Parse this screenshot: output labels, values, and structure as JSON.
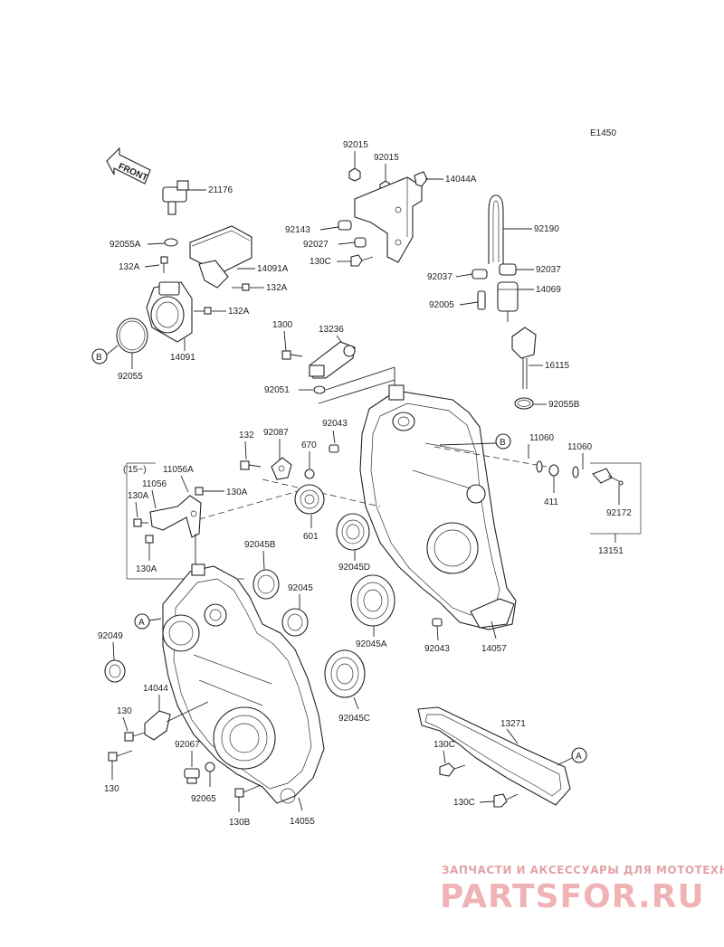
{
  "diagram_code": "E1450",
  "front_arrow": "FRONT",
  "labels": {
    "p21176": "21176",
    "p92055A": "92055A",
    "p132A_1": "132A",
    "p14091A": "14091A",
    "p132A_2": "132A",
    "p132A_3": "132A",
    "p14091": "14091",
    "p92055": "92055",
    "p92015_1": "92015",
    "p92015_2": "92015",
    "p14044A": "14044A",
    "p92143": "92143",
    "p92027": "92027",
    "p130C_1": "130C",
    "p92190": "92190",
    "p92037_1": "92037",
    "p92037_2": "92037",
    "p14069": "14069",
    "p92005": "92005",
    "p1300": "1300",
    "p13236": "13236",
    "p92051": "92051",
    "p16115": "16115",
    "p92055B": "92055B",
    "p92043_1": "92043",
    "p132": "132",
    "p92087": "92087",
    "p670": "670",
    "p11060_1": "11060",
    "p11060_2": "11060",
    "p411": "411",
    "p92172": "92172",
    "p13151": "13151",
    "p15note": "('15~)",
    "p11056A": "11056A",
    "p11056": "11056",
    "p130A_1": "130A",
    "p130A_2": "130A",
    "p130A_3": "130A",
    "p601": "601",
    "p92045D": "92045D",
    "p92045B": "92045B",
    "p92045": "92045",
    "p92049": "92049",
    "p92045A": "92045A",
    "p92043_2": "92043",
    "p14057": "14057",
    "p14044": "14044",
    "p130_1": "130",
    "p130_2": "130",
    "p92067": "92067",
    "p92065": "92065",
    "p130B": "130B",
    "p14055": "14055",
    "p92045C": "92045C",
    "p13271": "13271",
    "p130C_2": "130C",
    "p130C_3": "130C"
  },
  "callouts": {
    "A": "A",
    "B": "B"
  },
  "watermark": {
    "tagline": "ЗАПЧАСТИ И АКСЕССУАРЫ ДЛЯ МОТОТЕХНИКИ",
    "logo": "PARTSFOR.RU"
  }
}
